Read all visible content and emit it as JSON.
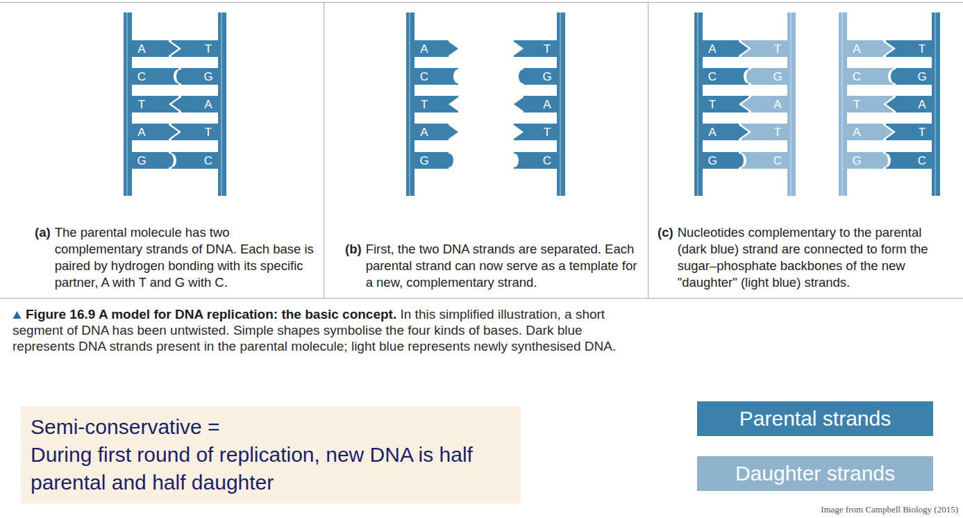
{
  "diagram": {
    "title": "Figure 16.9 A model for DNA replication: the basic concept.",
    "caption": "In this simplified illustration, a short segment of DNA has been untwisted. Simple shapes symbolise the four kinds of bases. Dark blue represents DNA strands present in the parental molecule; light blue represents newly synthesised DNA.",
    "nodes": [
      {
        "text": [
          "(a)",
          "The parental molecule has two complementary strands of DNA. Each base is paired by hydrogen bonding with its specific partner, A with T and G with C."
        ]
      },
      {
        "text": [
          "(b)",
          "First, the two DNA strands are separated. Each parental strand can now serve as a template for a new, complementary strand."
        ]
      },
      {
        "text": [
          "(c)",
          "Nucleotides complementary to the parental (dark blue) strand are connected to form the sugar–phosphate backbones of the new \"daughter\" (light blue) strands."
        ]
      },
      {
        "text": [
          "Semi-conservative =",
          "During first round of replication, new DNA is half parental and half daughter"
        ]
      }
    ],
    "labels": [
      "A",
      "C",
      "T",
      "A",
      "G",
      "T",
      "G",
      "A",
      "T",
      "C",
      "A",
      "C",
      "T",
      "A",
      "G",
      "T",
      "G",
      "A",
      "T",
      "C",
      "A",
      "C",
      "T",
      "A",
      "G",
      "T",
      "G",
      "A",
      "T",
      "C",
      "A",
      "C",
      "T",
      "A",
      "G",
      "T",
      "G",
      "A",
      "T",
      "C",
      "Image from Campbell Biology (2015)"
    ],
    "legend": [
      {
        "text": "Parental strands",
        "color": "#3c81ab"
      },
      {
        "text": "Daughter strands",
        "color": "#8fb2cd"
      }
    ]
  }
}
